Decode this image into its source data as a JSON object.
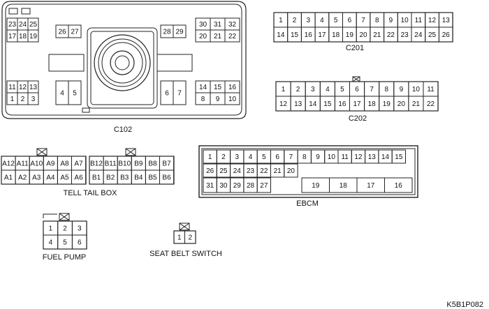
{
  "drawing_code": "K5B1P082",
  "c102": {
    "label": "C102",
    "pins_top_left": [
      [
        "23",
        "24",
        "25"
      ],
      [
        "17",
        "18",
        "19"
      ]
    ],
    "pins_26_27": [
      "26",
      "27"
    ],
    "pins_28_29": [
      "28",
      "29"
    ],
    "pins_top_right": [
      [
        "30",
        "31",
        "32"
      ],
      [
        "20",
        "21",
        "22"
      ]
    ],
    "pins_bottom_left": [
      [
        "11",
        "12",
        "13"
      ],
      [
        "1",
        "2",
        "3"
      ]
    ],
    "pins_4_5": [
      "4",
      "5"
    ],
    "pins_6_7": [
      "6",
      "7"
    ],
    "pins_bottom_right": [
      [
        "14",
        "15",
        "16"
      ],
      [
        "8",
        "9",
        "10"
      ]
    ]
  },
  "c201": {
    "label": "C201",
    "rows": [
      [
        "1",
        "2",
        "3",
        "4",
        "5",
        "6",
        "7",
        "8",
        "9",
        "10",
        "11",
        "12",
        "13"
      ],
      [
        "14",
        "15",
        "16",
        "17",
        "18",
        "19",
        "20",
        "21",
        "22",
        "23",
        "24",
        "25",
        "26"
      ]
    ]
  },
  "c202": {
    "label": "C202",
    "rows": [
      [
        "1",
        "2",
        "3",
        "4",
        "5",
        "6",
        "7",
        "8",
        "9",
        "10",
        "11"
      ],
      [
        "12",
        "13",
        "14",
        "15",
        "16",
        "17",
        "18",
        "19",
        "20",
        "21",
        "22"
      ]
    ]
  },
  "tell_tail_box": {
    "label": "TELL TAIL BOX",
    "left": [
      [
        "A12",
        "A11",
        "A10",
        "A9",
        "A8",
        "A7"
      ],
      [
        "A1",
        "A2",
        "A3",
        "A4",
        "A5",
        "A6"
      ]
    ],
    "right": [
      [
        "B12",
        "B11",
        "B10",
        "B9",
        "B8",
        "B7"
      ],
      [
        "B1",
        "B2",
        "B3",
        "B4",
        "B5",
        "B6"
      ]
    ]
  },
  "ebcm": {
    "label": "EBCM",
    "row1": [
      "1",
      "2",
      "3",
      "4",
      "5",
      "6",
      "7",
      "8",
      "9",
      "10",
      "11",
      "12",
      "13",
      "14",
      "15"
    ],
    "row2": [
      "26",
      "25",
      "24",
      "23",
      "22",
      "21",
      "20"
    ],
    "row3": [
      "31",
      "30",
      "29",
      "28",
      "27"
    ],
    "row3_right": [
      "19",
      "18",
      "17",
      "16"
    ]
  },
  "fuel_pump": {
    "label": "FUEL PUMP",
    "rows": [
      [
        "1",
        "2",
        "3"
      ],
      [
        "4",
        "5",
        "6"
      ]
    ]
  },
  "seat_belt_switch": {
    "label": "SEAT BELT SWITCH",
    "rows": [
      [
        "1",
        "2"
      ]
    ]
  }
}
